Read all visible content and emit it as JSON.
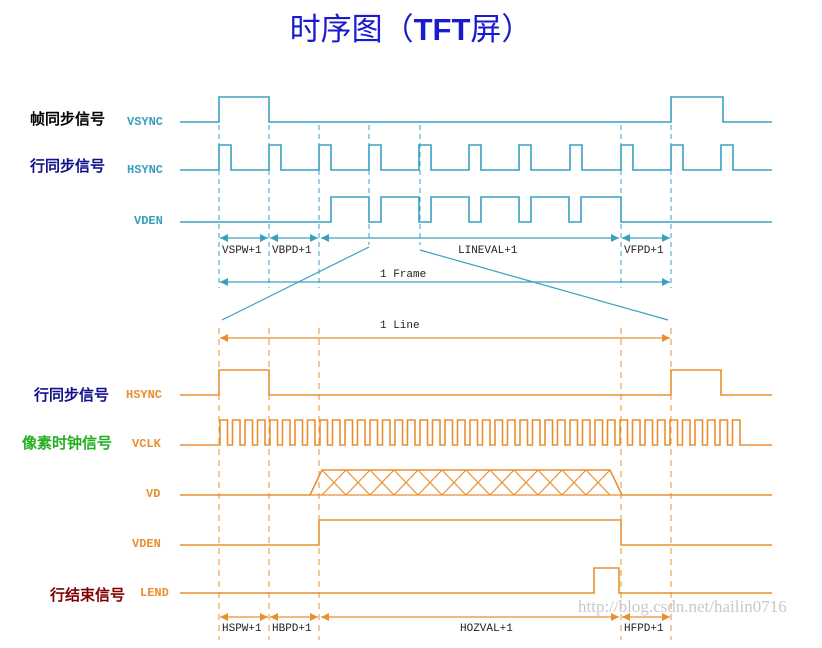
{
  "title": {
    "prefix": "时序图（",
    "bold": "TFT",
    "suffix": "屏）"
  },
  "frame_section": {
    "labels_cn": [
      "帧同步信号",
      "行同步信号"
    ],
    "signals": [
      "VSYNC",
      "HSYNC",
      "VDEN"
    ],
    "intervals": [
      "VSPW+1",
      "VBPD+1",
      "LINEVAL+1",
      "VFPD+1"
    ],
    "span": "1 Frame",
    "color": "#3aa0c0"
  },
  "line_section": {
    "labels_cn": [
      "行同步信号",
      "像素时钟信号",
      "行结束信号"
    ],
    "signals": [
      "HSYNC",
      "VCLK",
      "VD",
      "VDEN",
      "LEND"
    ],
    "intervals": [
      "HSPW+1",
      "HBPD+1",
      "HOZVAL+1",
      "HFPD+1"
    ],
    "span": "1 Line",
    "color": "#e89030"
  },
  "watermark": "http://blog.csdn.net/hailin0716"
}
